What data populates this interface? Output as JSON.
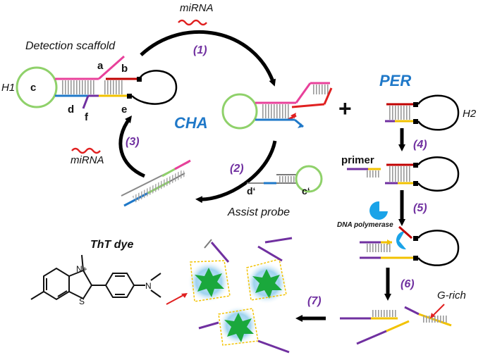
{
  "labels": {
    "mirna_top": "miRNA",
    "mirna_left": "miRNA",
    "detection_scaffold": "Detection scaffold",
    "h1": "H1",
    "h2": "H2",
    "a": "a",
    "b": "b",
    "c": "c",
    "d": "d",
    "e": "e",
    "f": "f",
    "d_prime": "d‘",
    "c_prime": "c‘",
    "cha": "CHA",
    "per": "PER",
    "plus": "+",
    "primer": "primer",
    "dna_polymerase": "DNA polymerase",
    "assist_probe": "Assist probe",
    "tht_dye": "ThT dye",
    "g_rich": "G-rich",
    "n_plus": "N+",
    "n": "N"
  },
  "steps": [
    "(1)",
    "(2)",
    "(3)",
    "(4)",
    "(5)",
    "(6)",
    "(7)"
  ],
  "colors": {
    "pink": "#e8409a",
    "green": "#8fd16a",
    "blue": "#1f78c8",
    "purple": "#7030a0",
    "yellow": "#f2c200",
    "red": "#e02020",
    "darkred": "#c00000",
    "cyan": "#1aa3e8",
    "step_purple": "#7030a0",
    "star_green": "#1aa83c",
    "halo": "#9fd3ef"
  }
}
